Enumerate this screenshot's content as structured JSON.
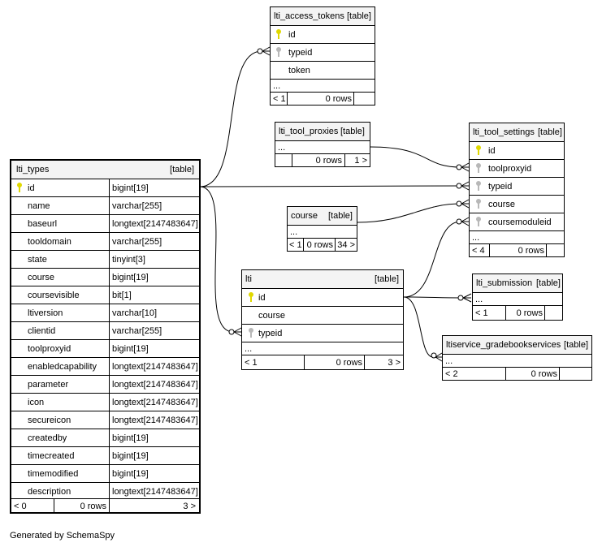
{
  "footer": "Generated by SchemaSpy",
  "colors": {
    "primary_key": "#e0d800",
    "foreign_key": "#b8b8b8",
    "header_bg": "#f4f4f4"
  },
  "tables": {
    "lti_types": {
      "name": "lti_types",
      "kind": "[table]",
      "columns": [
        {
          "name": "id",
          "type": "bigint[19]",
          "key": "pk"
        },
        {
          "name": "name",
          "type": "varchar[255]"
        },
        {
          "name": "baseurl",
          "type": "longtext[2147483647]"
        },
        {
          "name": "tooldomain",
          "type": "varchar[255]"
        },
        {
          "name": "state",
          "type": "tinyint[3]"
        },
        {
          "name": "course",
          "type": "bigint[19]"
        },
        {
          "name": "coursevisible",
          "type": "bit[1]"
        },
        {
          "name": "ltiversion",
          "type": "varchar[10]"
        },
        {
          "name": "clientid",
          "type": "varchar[255]"
        },
        {
          "name": "toolproxyid",
          "type": "bigint[19]"
        },
        {
          "name": "enabledcapability",
          "type": "longtext[2147483647]"
        },
        {
          "name": "parameter",
          "type": "longtext[2147483647]"
        },
        {
          "name": "icon",
          "type": "longtext[2147483647]"
        },
        {
          "name": "secureicon",
          "type": "longtext[2147483647]"
        },
        {
          "name": "createdby",
          "type": "bigint[19]"
        },
        {
          "name": "timecreated",
          "type": "bigint[19]"
        },
        {
          "name": "timemodified",
          "type": "bigint[19]"
        },
        {
          "name": "description",
          "type": "longtext[2147483647]"
        }
      ],
      "footer": {
        "parents": "< 0",
        "rows": "0 rows",
        "children": "3 >"
      }
    },
    "lti_access_tokens": {
      "name": "lti_access_tokens",
      "kind": "[table]",
      "columns": [
        {
          "name": "id",
          "key": "pk"
        },
        {
          "name": "typeid",
          "key": "fk"
        },
        {
          "name": "token"
        }
      ],
      "ellipsis": "...",
      "footer": {
        "parents": "< 1",
        "rows": "0 rows"
      }
    },
    "lti_tool_proxies": {
      "name": "lti_tool_proxies",
      "kind": "[table]",
      "ellipsis": "...",
      "footer": {
        "rows": "0 rows",
        "children": "1 >"
      }
    },
    "lti_tool_settings": {
      "name": "lti_tool_settings",
      "kind": "[table]",
      "columns": [
        {
          "name": "id",
          "key": "pk"
        },
        {
          "name": "toolproxyid",
          "key": "fk"
        },
        {
          "name": "typeid",
          "key": "fk"
        },
        {
          "name": "course",
          "key": "fk"
        },
        {
          "name": "coursemoduleid",
          "key": "fk"
        }
      ],
      "ellipsis": "...",
      "footer": {
        "parents": "< 4",
        "rows": "0 rows"
      }
    },
    "course": {
      "name": "course",
      "kind": "[table]",
      "ellipsis": "...",
      "footer": {
        "parents": "< 1",
        "rows": "0 rows",
        "children": "34 >"
      }
    },
    "lti": {
      "name": "lti",
      "kind": "[table]",
      "columns": [
        {
          "name": "id",
          "key": "pk"
        },
        {
          "name": "course"
        },
        {
          "name": "typeid",
          "key": "fk"
        }
      ],
      "ellipsis": "...",
      "footer": {
        "parents": "< 1",
        "rows": "0 rows",
        "children": "3 >"
      }
    },
    "lti_submission": {
      "name": "lti_submission",
      "kind": "[table]",
      "ellipsis": "...",
      "footer": {
        "parents": "< 1",
        "rows": "0 rows"
      }
    },
    "ltiservice_gradebookservices": {
      "name": "ltiservice_gradebookservices",
      "kind": "[table]",
      "ellipsis": "...",
      "footer": {
        "parents": "< 2",
        "rows": "0 rows"
      }
    }
  }
}
